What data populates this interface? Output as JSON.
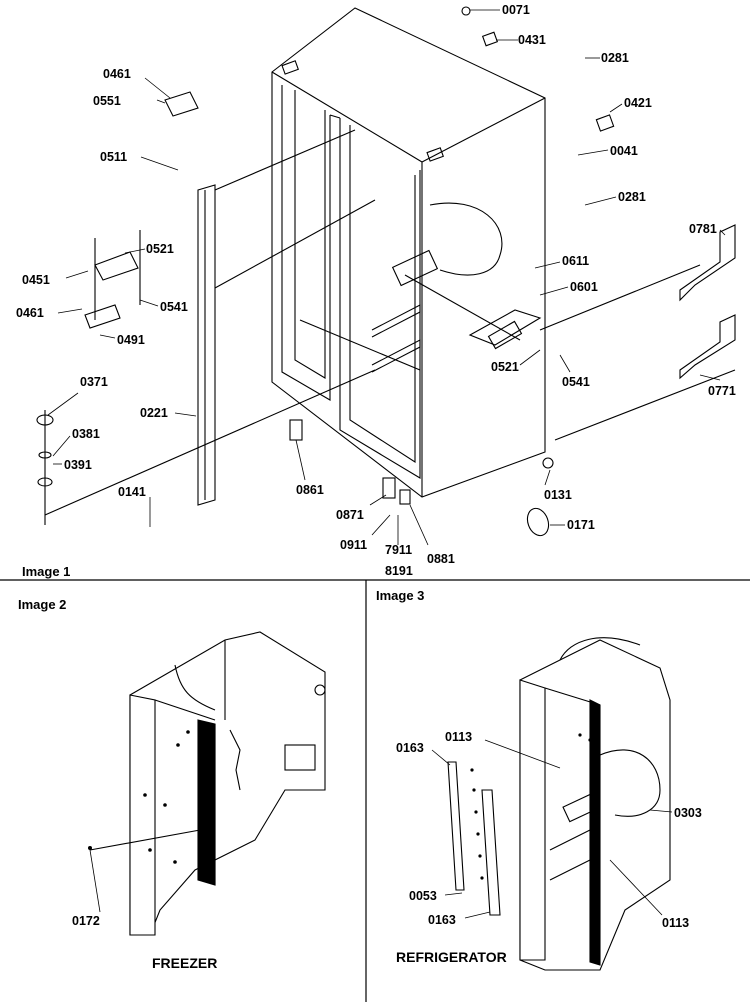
{
  "panels": [
    {
      "id": "image-1",
      "title": "Image 1"
    },
    {
      "id": "image-2",
      "title": "Image 2",
      "caption": "FREEZER"
    },
    {
      "id": "image-3",
      "title": "Image 3",
      "caption": "REFRIGERATOR"
    }
  ],
  "callouts": {
    "image1": [
      "0071",
      "0431",
      "0281",
      "0421",
      "0041",
      "0281",
      "0781",
      "0611",
      "0601",
      "0521",
      "0541",
      "0771",
      "0131",
      "0171",
      "0881",
      "7911",
      "8191",
      "0911",
      "0871",
      "0861",
      "0141",
      "0221",
      "0391",
      "0381",
      "0371",
      "0461",
      "0491",
      "0541",
      "0451",
      "0521",
      "0511",
      "0551",
      "0461"
    ],
    "image2": [
      "0172"
    ],
    "image3": [
      "0163",
      "0113",
      "0303",
      "0053",
      "0163",
      "0113"
    ]
  }
}
